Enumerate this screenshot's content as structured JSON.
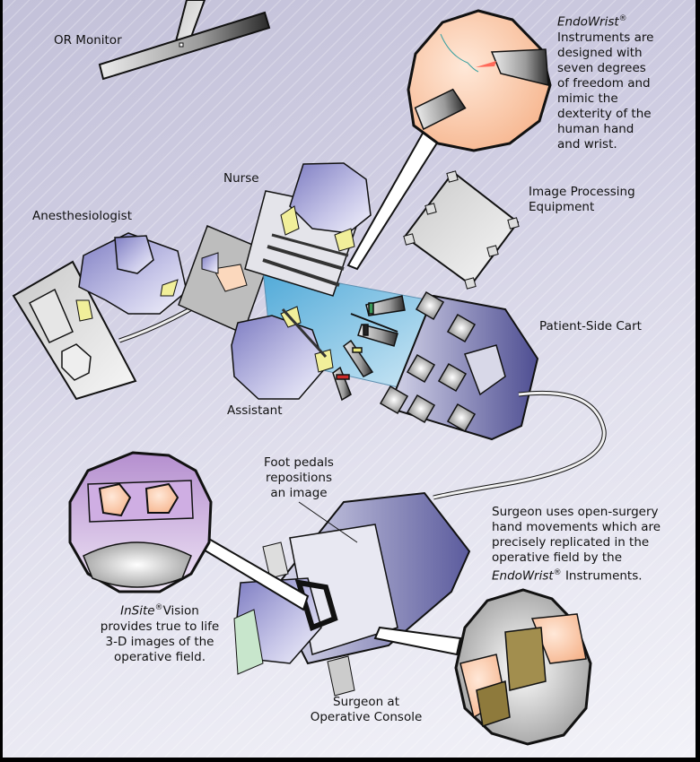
{
  "diagram": {
    "subject": "Robotic surgery operating room layout",
    "labels": {
      "or_monitor": "OR Monitor",
      "nurse": "Nurse",
      "anesthesiologist": "Anesthesiologist",
      "assistant": "Assistant",
      "image_processing_line1": "Image Processing",
      "image_processing_line2": "Equipment",
      "patient_side_cart": "Patient-Side Cart",
      "foot_pedals_line1": "Foot pedals",
      "foot_pedals_line2": "repositions",
      "foot_pedals_line3": "an image",
      "surgeon_console_line1": "Surgeon at",
      "surgeon_console_line2": "Operative Console"
    },
    "callouts": {
      "endowrist": {
        "brand": "EndoWrist",
        "reg": "®",
        "lines": [
          "Instruments are",
          "designed with",
          "seven degrees",
          "of freedom and",
          "mimic the",
          "dexterity of the",
          "human hand",
          "and wrist."
        ]
      },
      "surgeon_movements": {
        "lines": [
          "Surgeon uses open-surgery",
          "hand movements which are",
          "precisely replicated in the",
          "operative field by the"
        ],
        "brand": "EndoWrist",
        "reg": "®",
        "suffix": " Instruments."
      },
      "insite": {
        "brand": "InSite",
        "reg": "®",
        "suffix": "Vision",
        "lines": [
          "provides true to life",
          "3-D images of the",
          "operative field."
        ]
      }
    },
    "colors": {
      "scrubs": "#9e9dd0",
      "gloves": "#f1ef9a",
      "drape": "#7cc2e3",
      "cart": "#5a5a9a",
      "skin": "#f6c9a4",
      "outline": "#111111"
    }
  }
}
